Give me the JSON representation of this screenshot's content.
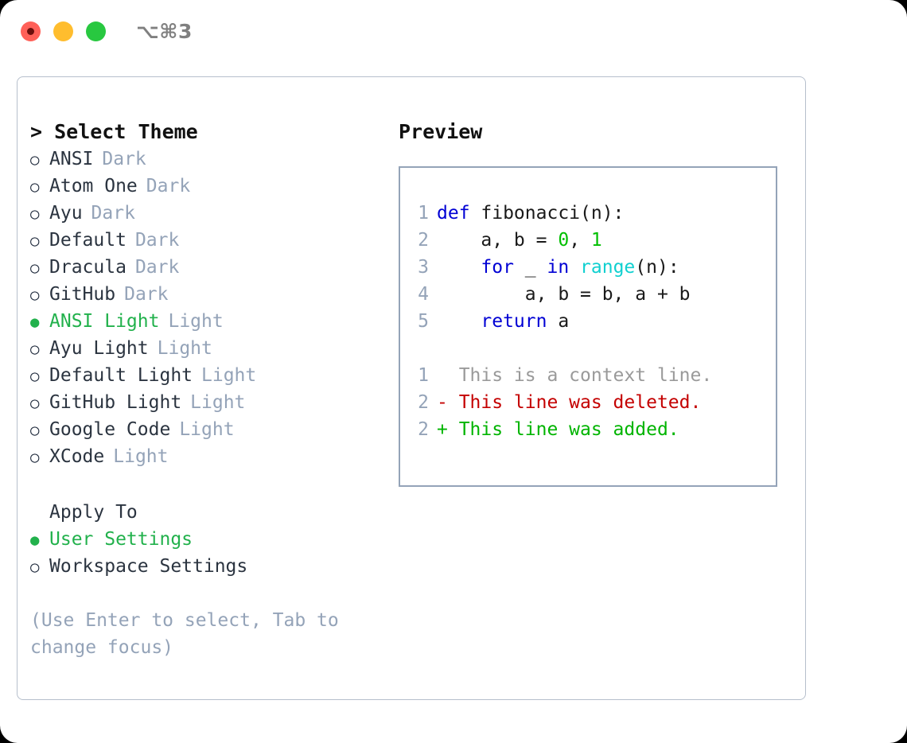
{
  "titlebar": {
    "shortcut": "⌥⌘3",
    "dots": [
      "close-red",
      "minimize-yellow",
      "maximize-green"
    ]
  },
  "theme_selector": {
    "header": "> Select Theme",
    "items": [
      {
        "marker": "○",
        "name": "ANSI",
        "kind": "Dark",
        "selected": false
      },
      {
        "marker": "○",
        "name": "Atom One",
        "kind": "Dark",
        "selected": false
      },
      {
        "marker": "○",
        "name": "Ayu",
        "kind": "Dark",
        "selected": false
      },
      {
        "marker": "○",
        "name": "Default",
        "kind": "Dark",
        "selected": false
      },
      {
        "marker": "○",
        "name": "Dracula",
        "kind": "Dark",
        "selected": false
      },
      {
        "marker": "○",
        "name": "GitHub",
        "kind": "Dark",
        "selected": false
      },
      {
        "marker": "●",
        "name": "ANSI Light",
        "kind": "Light",
        "selected": true
      },
      {
        "marker": "○",
        "name": "Ayu Light",
        "kind": "Light",
        "selected": false
      },
      {
        "marker": "○",
        "name": "Default Light",
        "kind": "Light",
        "selected": false
      },
      {
        "marker": "○",
        "name": "GitHub Light",
        "kind": "Light",
        "selected": false
      },
      {
        "marker": "○",
        "name": "Google Code",
        "kind": "Light",
        "selected": false
      },
      {
        "marker": "○",
        "name": "XCode",
        "kind": "Light",
        "selected": false
      }
    ]
  },
  "apply_to": {
    "title": "Apply To",
    "items": [
      {
        "marker": "●",
        "name": "User Settings",
        "selected": true
      },
      {
        "marker": "○",
        "name": "Workspace Settings",
        "selected": false
      }
    ]
  },
  "hint": "(Use Enter to select, Tab to change focus)",
  "preview": {
    "title": "Preview",
    "code_lines": [
      {
        "lineno": "1",
        "segments": [
          {
            "t": "def",
            "c": "kw"
          },
          {
            "t": " fibonacci(n):",
            "c": "id"
          }
        ]
      },
      {
        "lineno": "2",
        "segments": [
          {
            "t": "    a, b = ",
            "c": "id"
          },
          {
            "t": "0",
            "c": "num"
          },
          {
            "t": ", ",
            "c": "id"
          },
          {
            "t": "1",
            "c": "num"
          }
        ]
      },
      {
        "lineno": "3",
        "segments": [
          {
            "t": "    ",
            "c": "id"
          },
          {
            "t": "for",
            "c": "kw"
          },
          {
            "t": " _ ",
            "c": "id"
          },
          {
            "t": "in",
            "c": "kw"
          },
          {
            "t": " ",
            "c": "id"
          },
          {
            "t": "range",
            "c": "fn"
          },
          {
            "t": "(n):",
            "c": "id"
          }
        ]
      },
      {
        "lineno": "4",
        "segments": [
          {
            "t": "        a, b = b, a + b",
            "c": "id"
          }
        ]
      },
      {
        "lineno": "5",
        "segments": [
          {
            "t": "    ",
            "c": "id"
          },
          {
            "t": "return",
            "c": "kw"
          },
          {
            "t": " a",
            "c": "id"
          }
        ]
      },
      {
        "lineno": "",
        "segments": []
      },
      {
        "lineno": "1",
        "segments": [
          {
            "t": "  This is a context line.",
            "c": "ctx"
          }
        ]
      },
      {
        "lineno": "2",
        "segments": [
          {
            "t": "- This line was deleted.",
            "c": "del"
          }
        ]
      },
      {
        "lineno": "2",
        "segments": [
          {
            "t": "+ This line was added.",
            "c": "add"
          }
        ]
      }
    ]
  },
  "colors": {
    "accent_green": "#22b14c",
    "muted": "#94a3b8",
    "text": "#2b3440",
    "keyword": "#0000d4",
    "number": "#00bf00",
    "builtin": "#10d0d0",
    "diff_removed": "#c40000",
    "diff_added": "#00b400",
    "border": "#94a3b8",
    "dot_red": "#ff6058",
    "dot_yellow": "#ffbd2e",
    "dot_green": "#28c840"
  }
}
